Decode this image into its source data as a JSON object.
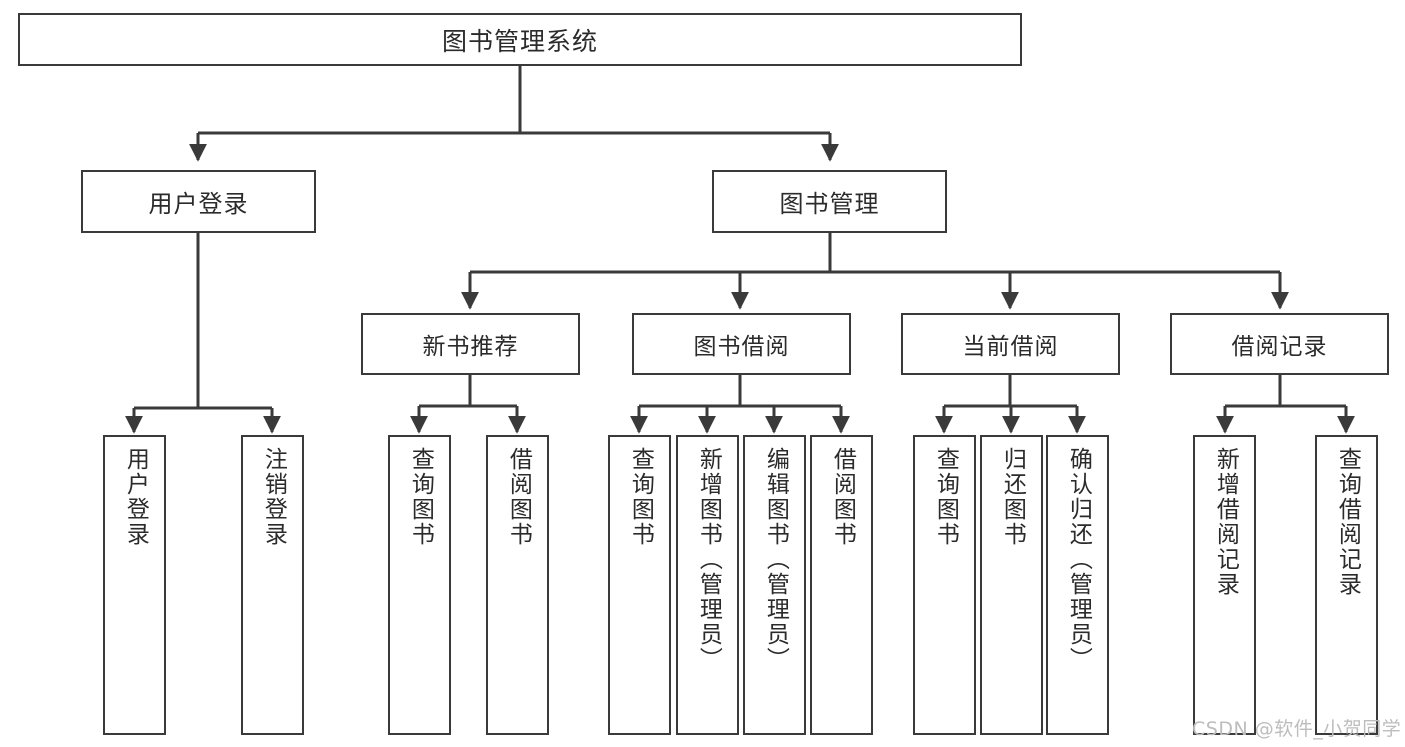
{
  "diagram": {
    "title": "图书管理系统",
    "type": "function-tree",
    "colors": {
      "background": "#ffffff",
      "border": "#3a3a3a",
      "line": "#3a3a3a",
      "text": "#2b2b2b",
      "watermark": "#bdbdbd"
    },
    "root": {
      "label": "图书管理系统"
    },
    "level2": [
      {
        "label": "用户登录"
      },
      {
        "label": "图书管理"
      }
    ],
    "level3": [
      {
        "label": "新书推荐"
      },
      {
        "label": "图书借阅"
      },
      {
        "label": "当前借阅"
      },
      {
        "label": "借阅记录"
      }
    ],
    "leaves": [
      {
        "label": "用户登录"
      },
      {
        "label": "注销登录"
      },
      {
        "label": "查询图书"
      },
      {
        "label": "借阅图书"
      },
      {
        "label": "查询图书"
      },
      {
        "label": "新增图书（管理员）"
      },
      {
        "label": "编辑图书（管理员）"
      },
      {
        "label": "借阅图书"
      },
      {
        "label": "查询图书"
      },
      {
        "label": "归还图书"
      },
      {
        "label": "确认归还（管理员）"
      },
      {
        "label": "新增借阅记录"
      },
      {
        "label": "查询借阅记录"
      }
    ]
  },
  "watermark": {
    "text": "CSDN @软件_小贺同学"
  }
}
